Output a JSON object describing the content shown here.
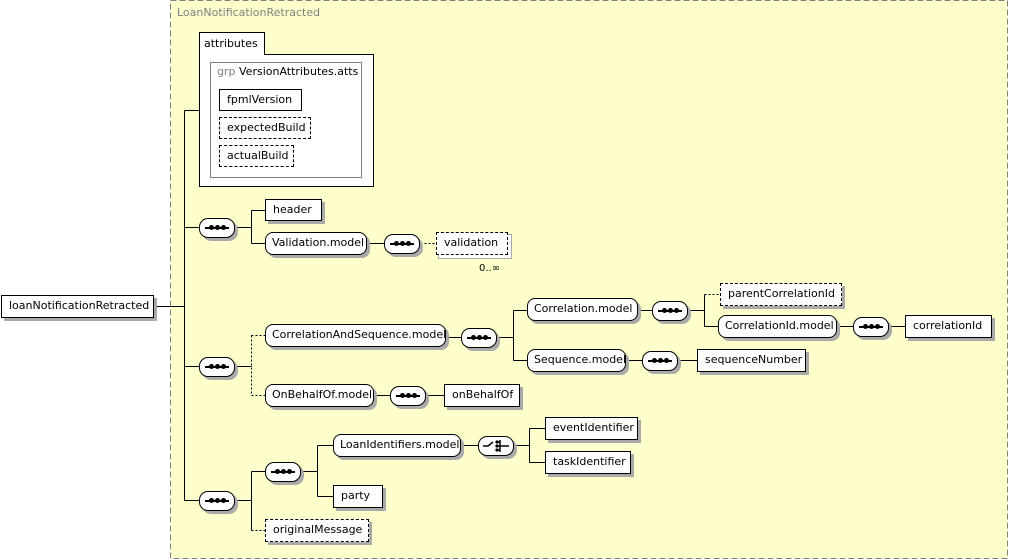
{
  "root": {
    "label": "loanNotificationRetracted"
  },
  "container": {
    "title": "LoanNotificationRetracted"
  },
  "attributes": {
    "tab": "attributes",
    "group_prefix": "grp",
    "group_name": "VersionAttributes.atts",
    "items": [
      "fpmlVersion",
      "expectedBuild",
      "actualBuild"
    ]
  },
  "branch1": {
    "header": "header",
    "validation_model": "Validation.model",
    "validation": "validation",
    "validation_card": "0..∞"
  },
  "branch2": {
    "correlation_and_sequence_model": "CorrelationAndSequence.model",
    "correlation_model": "Correlation.model",
    "parent_correlation_id": "parentCorrelationId",
    "correlation_id_model": "CorrelationId.model",
    "correlation_id": "correlationId",
    "sequence_model": "Sequence.model",
    "sequence_number": "sequenceNumber",
    "on_behalf_of_model": "OnBehalfOf.model",
    "on_behalf_of": "onBehalfOf"
  },
  "branch3": {
    "loan_identifiers_model": "LoanIdentifiers.model",
    "event_identifier": "eventIdentifier",
    "task_identifier": "taskIdentifier",
    "party": "party",
    "original_message": "originalMessage"
  }
}
